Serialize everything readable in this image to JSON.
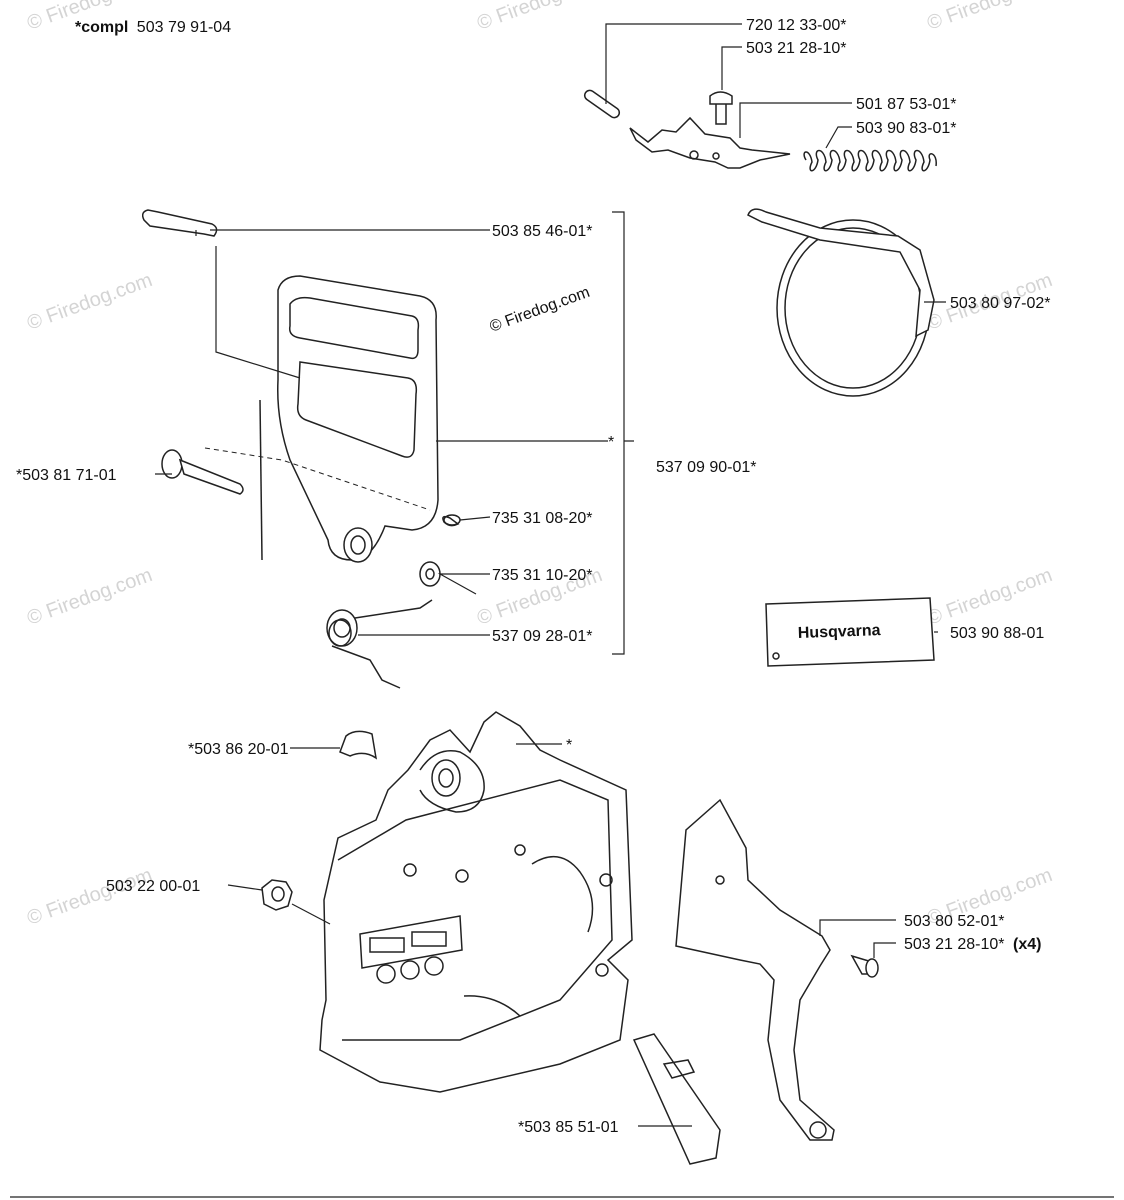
{
  "header": {
    "compl_prefix": "*compl",
    "compl_number": "503 79 91-04"
  },
  "copyright": "© Firedog.com",
  "watermark": "© Firedog.com",
  "brand_plate": "Husqvarna",
  "labels": {
    "p1": "720 12 33-00*",
    "p2": "503 21 28-10*",
    "p3": "501 87 53-01*",
    "p4": "503 90 83-01*",
    "p5": "503 85 46-01*",
    "p6": "503 80 97-02*",
    "p7": "*",
    "p8": "537 09 90-01*",
    "p9": "*503 81 71-01",
    "p10": "735 31 08-20*",
    "p11": "735 31 10-20*",
    "p12": "537 09 28-01*",
    "p13": "503 90 88-01",
    "p14": "*503 86 20-01",
    "p15": "*",
    "p16": "503 22 00-01",
    "p17": "503 80 52-01*",
    "p18": "503 21 28-10*",
    "p18_qty": "(x4)",
    "p19": "*503 85 51-01"
  }
}
